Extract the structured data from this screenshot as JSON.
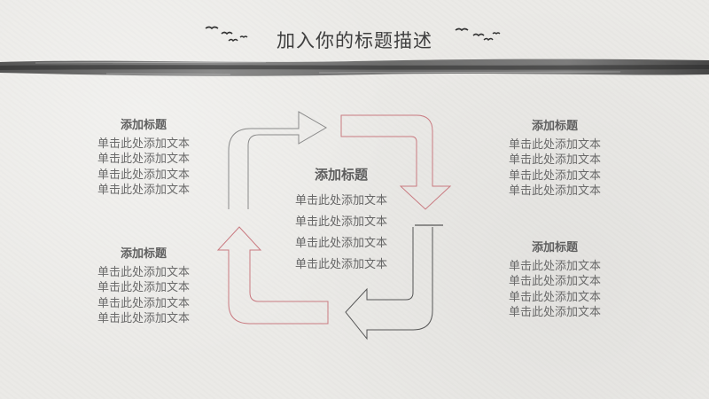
{
  "slide": {
    "title": "加入你的标题描述"
  },
  "blocks": {
    "top_left": {
      "heading": "添加标题",
      "lines": [
        "单击此处添加文本",
        "单击此处添加文本",
        "单击此处添加文本",
        "单击此处添加文本"
      ]
    },
    "bottom_left": {
      "heading": "添加标题",
      "lines": [
        "单击此处添加文本",
        "单击此处添加文本",
        "单击此处添加文本",
        "单击此处添加文本"
      ]
    },
    "top_right": {
      "heading": "添加标题",
      "lines": [
        "单击此处添加文本",
        "单击此处添加文本",
        "单击此处添加文本",
        "单击此处添加文本"
      ]
    },
    "bottom_right": {
      "heading": "添加标题",
      "lines": [
        "单击此处添加文本",
        "单击此处添加文本",
        "单击此处添加文本",
        "单击此处添加文本"
      ]
    },
    "center": {
      "heading": "添加标题",
      "lines": [
        "单击此处添加文本",
        "单击此处添加文本",
        "单击此处添加文本",
        "单击此处添加文本"
      ]
    }
  },
  "colors": {
    "arrow_gray": "#8a8a8a",
    "arrow_red": "#c97a80",
    "brush": "#2e2e2e"
  },
  "decor": {
    "left_birds_icon": "flying-birds-icon",
    "right_birds_icon": "flying-birds-icon",
    "brush_stroke": "ink-brush-stroke"
  }
}
